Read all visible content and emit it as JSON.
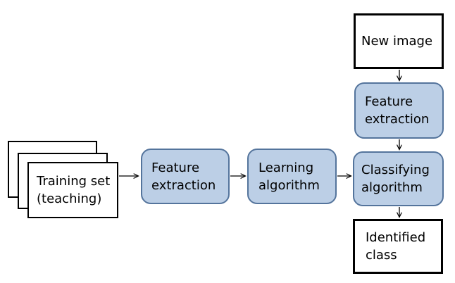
{
  "colors": {
    "canvas_bg": "#ffffff",
    "node_fill": "#bccfe6",
    "node_border": "#54749c",
    "plain_fill": "#ffffff",
    "plain_border": "#000000",
    "arrow": "#000000",
    "text": "#000000"
  },
  "nodes": {
    "training_set": {
      "line1": "Training set",
      "line2": "(teaching)"
    },
    "feature_extraction_training": {
      "line1": "Feature",
      "line2": "extraction"
    },
    "learning_algorithm": {
      "line1": "Learning",
      "line2": "algorithm"
    },
    "new_image": {
      "line1": "New image"
    },
    "feature_extraction_classify": {
      "line1": "Feature",
      "line2": "extraction"
    },
    "classifying_algorithm": {
      "line1": "Classifying",
      "line2": "algorithm"
    },
    "identified_class": {
      "line1": "Identified",
      "line2": "class"
    }
  }
}
